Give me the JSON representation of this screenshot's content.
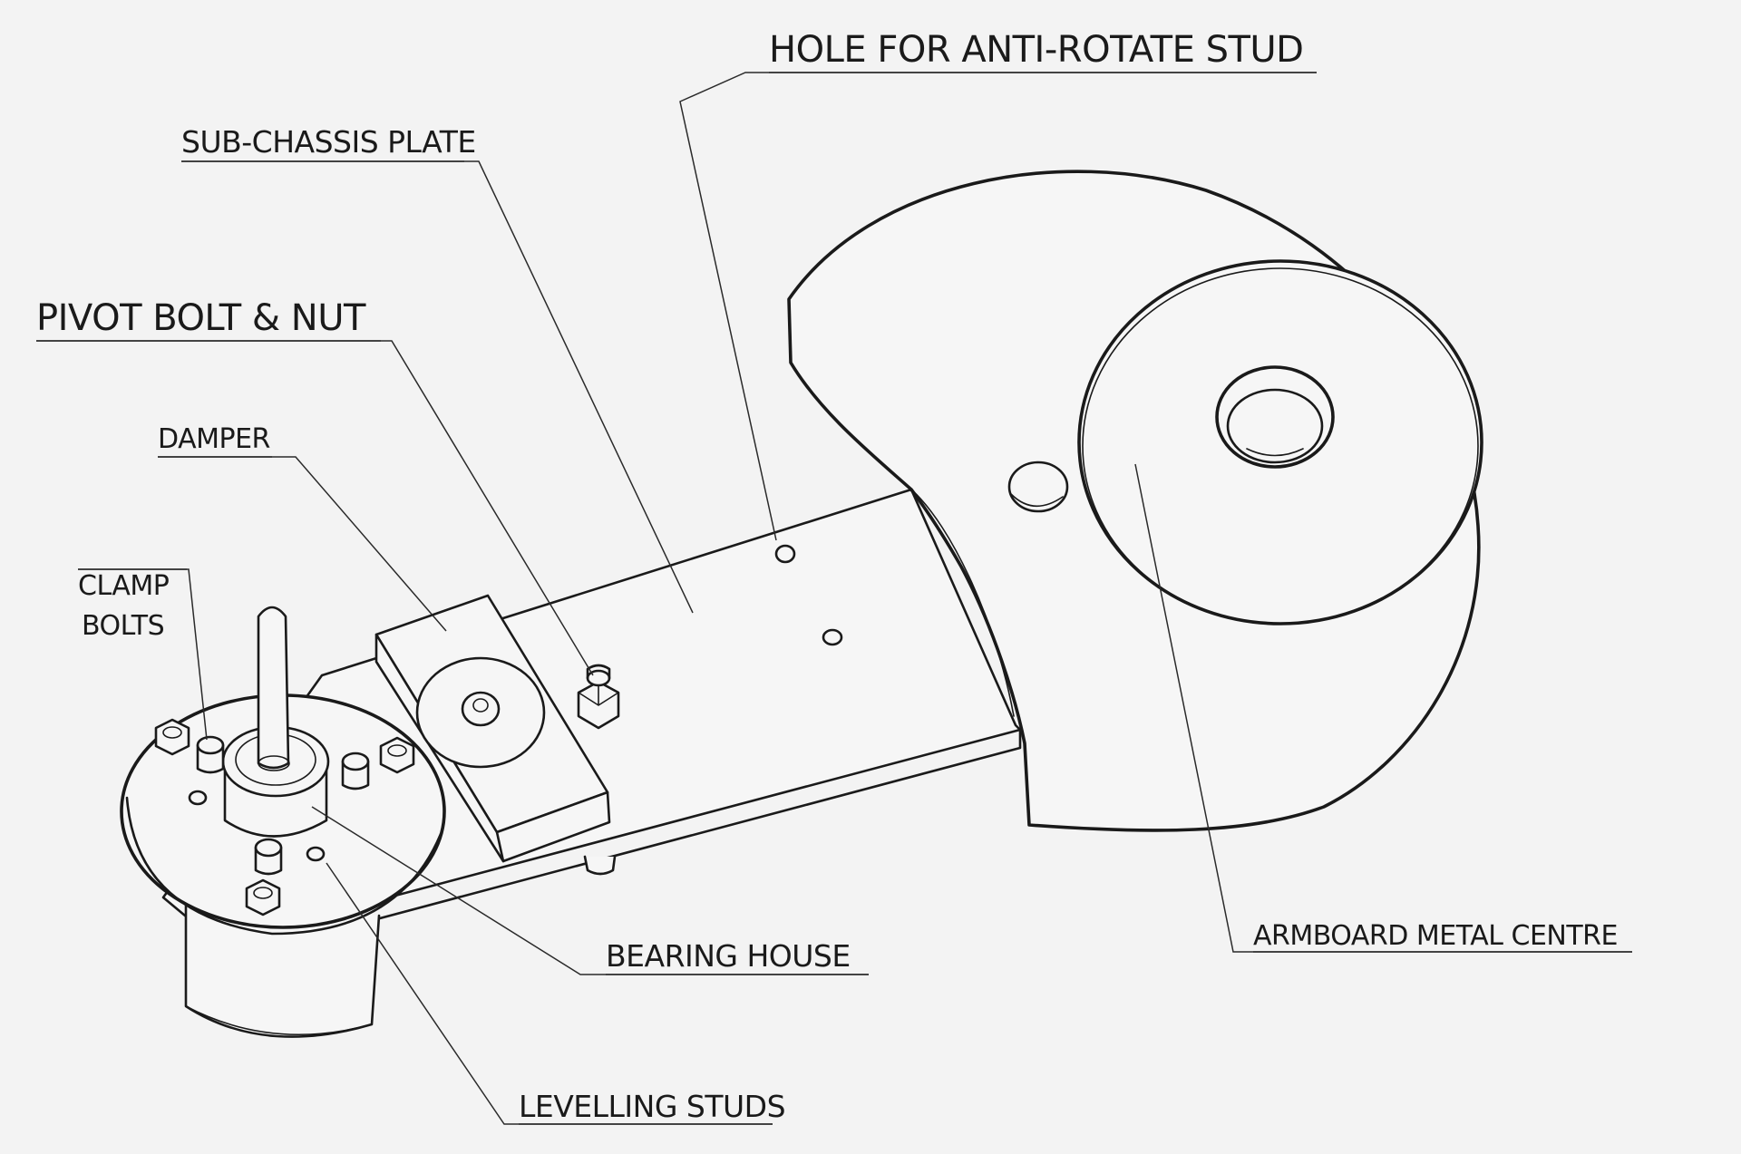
{
  "labels": {
    "anti_rotate_hole": "HOLE FOR ANTI-ROTATE STUD",
    "sub_chassis_plate": "SUB-CHASSIS PLATE",
    "pivot_bolt_nut": "PIVOT BOLT & NUT",
    "damper": "DAMPER",
    "clamp_bolts_line1": "CLAMP",
    "clamp_bolts_line2": "BOLTS",
    "bearing_house": "BEARING HOUSE",
    "levelling_studs": "LEVELLING STUDS",
    "armboard_metal_centre": "ARMBOARD METAL CENTRE"
  }
}
